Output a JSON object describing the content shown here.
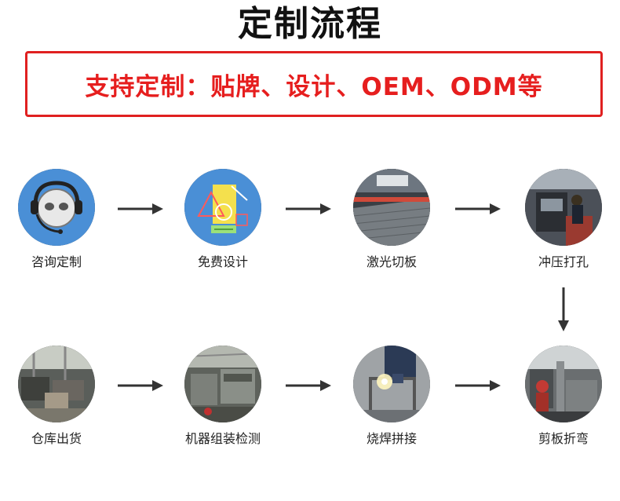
{
  "title": "定制流程",
  "banner": "支持定制：贴牌、设计、OEM、ODM等",
  "steps": [
    {
      "label": "咨询定制",
      "icon": "customer-service-headset-icon"
    },
    {
      "label": "免费设计",
      "icon": "design-drafting-icon"
    },
    {
      "label": "激光切板",
      "icon": "laser-cutting-photo"
    },
    {
      "label": "冲压打孔",
      "icon": "stamping-punching-photo"
    },
    {
      "label": "剪板折弯",
      "icon": "shearing-bending-photo"
    },
    {
      "label": "烧焊拼接",
      "icon": "welding-photo"
    },
    {
      "label": "机器组装检测",
      "icon": "machine-assembly-photo"
    },
    {
      "label": "仓库出货",
      "icon": "warehouse-shipping-photo"
    }
  ],
  "colors": {
    "accent": "#e61e1e",
    "title": "#111111",
    "arrow": "#333333",
    "icon_bg": "#4a8fd6"
  }
}
